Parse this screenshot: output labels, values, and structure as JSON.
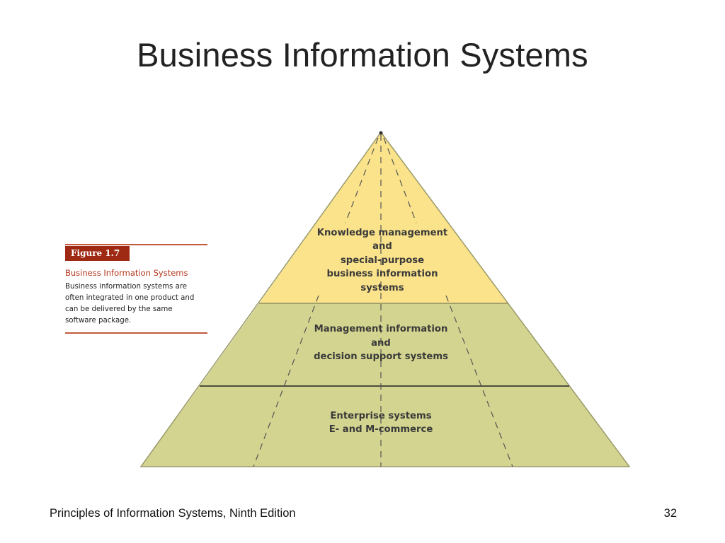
{
  "title": "Business Information Systems",
  "figure": {
    "label": "Figure 1.7",
    "title": "Business Information Systems",
    "body_lines": [
      "Business information systems are",
      "often integrated in one product and",
      "can be delivered by the same",
      "software package."
    ]
  },
  "tiers": [
    {
      "lines": [
        "Knowledge management",
        "and",
        "special-purpose",
        "business information",
        "systems"
      ],
      "color": "#fbe38b"
    },
    {
      "lines": [
        "Management information",
        "and",
        "decision support systems"
      ],
      "color": "#d2d48f"
    },
    {
      "lines": [
        "Enterprise systems",
        "E- and M-commerce"
      ],
      "color": "#d2d48f"
    }
  ],
  "footer": {
    "left": "Principles of Information Systems, Ninth Edition",
    "page_number": "32"
  }
}
